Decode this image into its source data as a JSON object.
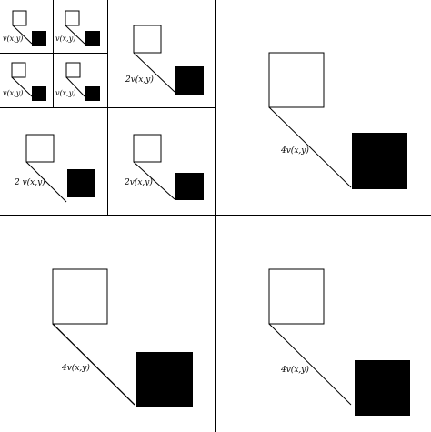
{
  "diagram": {
    "colors": {
      "line": "#000000",
      "fill_dark": "#000000",
      "fill_light": "#ffffff"
    },
    "cells": [
      {
        "id": "level3-a",
        "label": "v(x,y)"
      },
      {
        "id": "level3-b",
        "label": "v(x,y)"
      },
      {
        "id": "level3-c",
        "label": "v(x,y)"
      },
      {
        "id": "level3-d",
        "label": "v(x,y)"
      },
      {
        "id": "level2-a",
        "label": "2v(x,y)"
      },
      {
        "id": "level2-b",
        "label": "2 v(x,y)"
      },
      {
        "id": "level2-c",
        "label": "2v(x,y)"
      },
      {
        "id": "level1-a",
        "label": "4v(x,y)"
      },
      {
        "id": "level1-b",
        "label": "4v(x,y)"
      },
      {
        "id": "level1-c",
        "label": "4v(x,y)"
      }
    ]
  }
}
